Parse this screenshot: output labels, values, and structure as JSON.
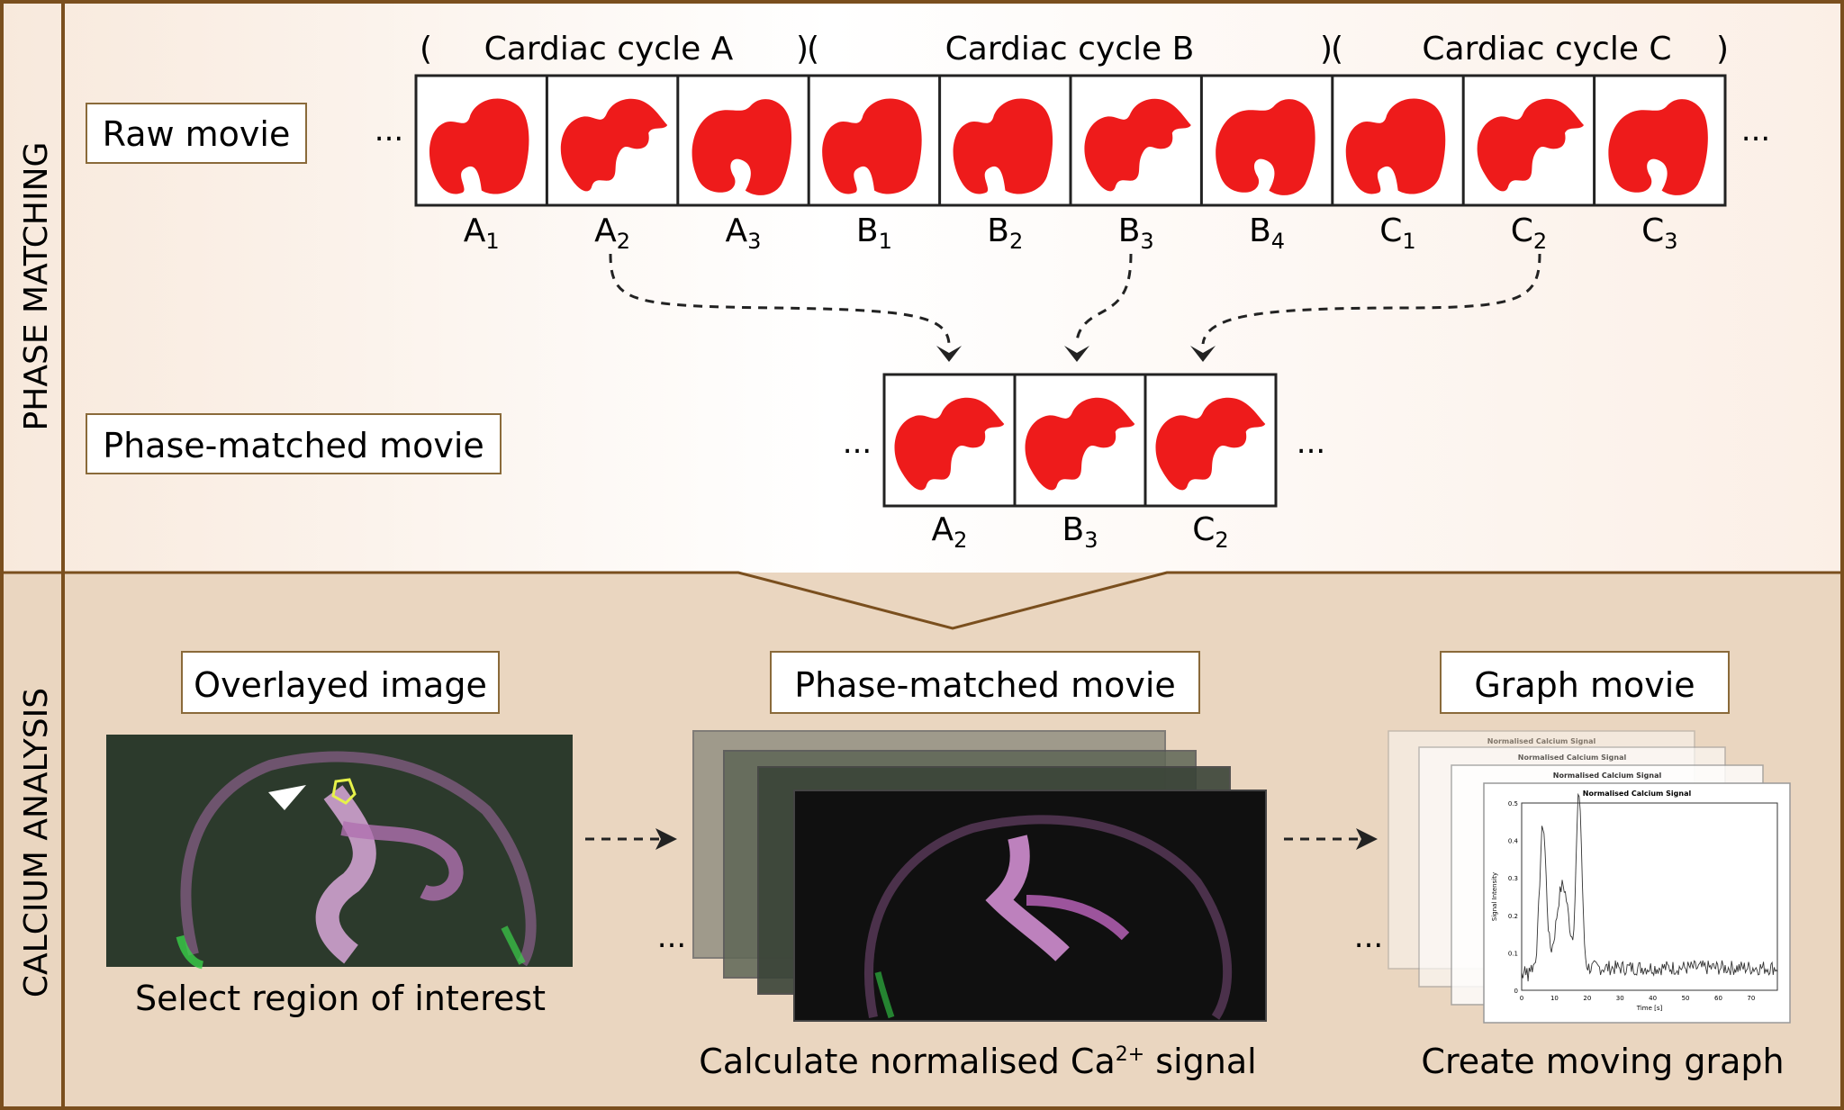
{
  "sections": {
    "phase_matching": "PHASE MATCHING",
    "calcium_analysis": "CALCIUM ANALYSIS"
  },
  "cycles": [
    {
      "open": "(",
      "label": "Cardiac cycle A",
      "close": ")"
    },
    {
      "open": "(",
      "label": "Cardiac cycle B",
      "close": ")"
    },
    {
      "open": "(",
      "label": "Cardiac cycle C",
      "close": ")"
    }
  ],
  "raw_movie": {
    "label": "Raw movie",
    "ellipsis": "...",
    "frames": [
      {
        "letter": "A",
        "sub": "1"
      },
      {
        "letter": "A",
        "sub": "2"
      },
      {
        "letter": "A",
        "sub": "3"
      },
      {
        "letter": "B",
        "sub": "1"
      },
      {
        "letter": "B",
        "sub": "2"
      },
      {
        "letter": "B",
        "sub": "3"
      },
      {
        "letter": "B",
        "sub": "4"
      },
      {
        "letter": "C",
        "sub": "1"
      },
      {
        "letter": "C",
        "sub": "2"
      },
      {
        "letter": "C",
        "sub": "3"
      }
    ]
  },
  "phase_matched": {
    "label": "Phase-matched movie",
    "ellipsis": "...",
    "frames": [
      {
        "letter": "A",
        "sub": "2"
      },
      {
        "letter": "B",
        "sub": "3"
      },
      {
        "letter": "C",
        "sub": "2"
      }
    ]
  },
  "calcium": {
    "overlayed": {
      "title": "Overlayed image",
      "caption": "Select region of interest"
    },
    "movie": {
      "title": "Phase-matched movie",
      "caption_pre": "Calculate normalised Ca",
      "caption_sup": "2+",
      "caption_post": " signal",
      "ellipsis": "..."
    },
    "graph": {
      "title": "Graph movie",
      "caption": "Create moving graph",
      "ellipsis": "..."
    }
  },
  "mini_graph": {
    "title": "Normalised Calcium Signal",
    "ylabel": "Signal Intensity",
    "xlabel": "Time [s]",
    "yticks": [
      "0",
      "0.1",
      "0.2",
      "0.3",
      "0.4",
      "0.5"
    ],
    "xticks": [
      "0",
      "10",
      "20",
      "30",
      "40",
      "50",
      "60",
      "70"
    ]
  },
  "colors": {
    "frame_border": "#7a4f1e",
    "heart": "#ee1b1b",
    "panel_bottom": "#ead6c0"
  }
}
